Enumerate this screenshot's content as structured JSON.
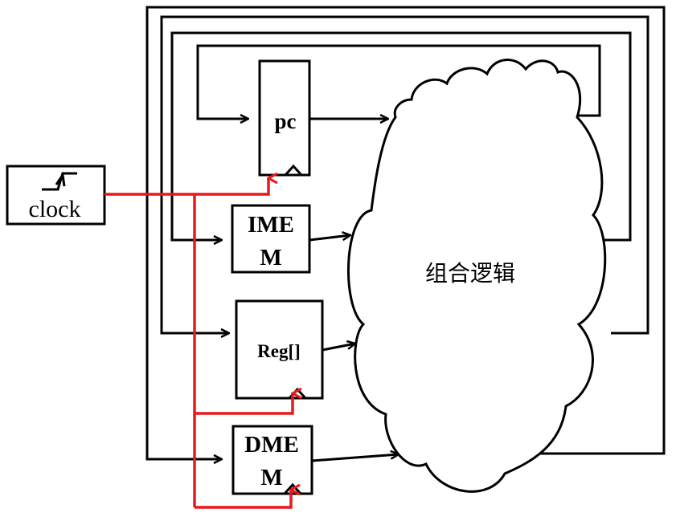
{
  "diagram": {
    "clock": {
      "label": "clock"
    },
    "blocks": {
      "pc": "pc",
      "imem_line1": "IME",
      "imem_line2": "M",
      "reg": "Reg[]",
      "dmem_line1": "DME",
      "dmem_line2": "M"
    },
    "combinational_logic": {
      "label": "组合逻辑"
    }
  },
  "colors": {
    "wire": "#000000",
    "clock_wire": "#e8191b",
    "background": "#ffffff"
  }
}
